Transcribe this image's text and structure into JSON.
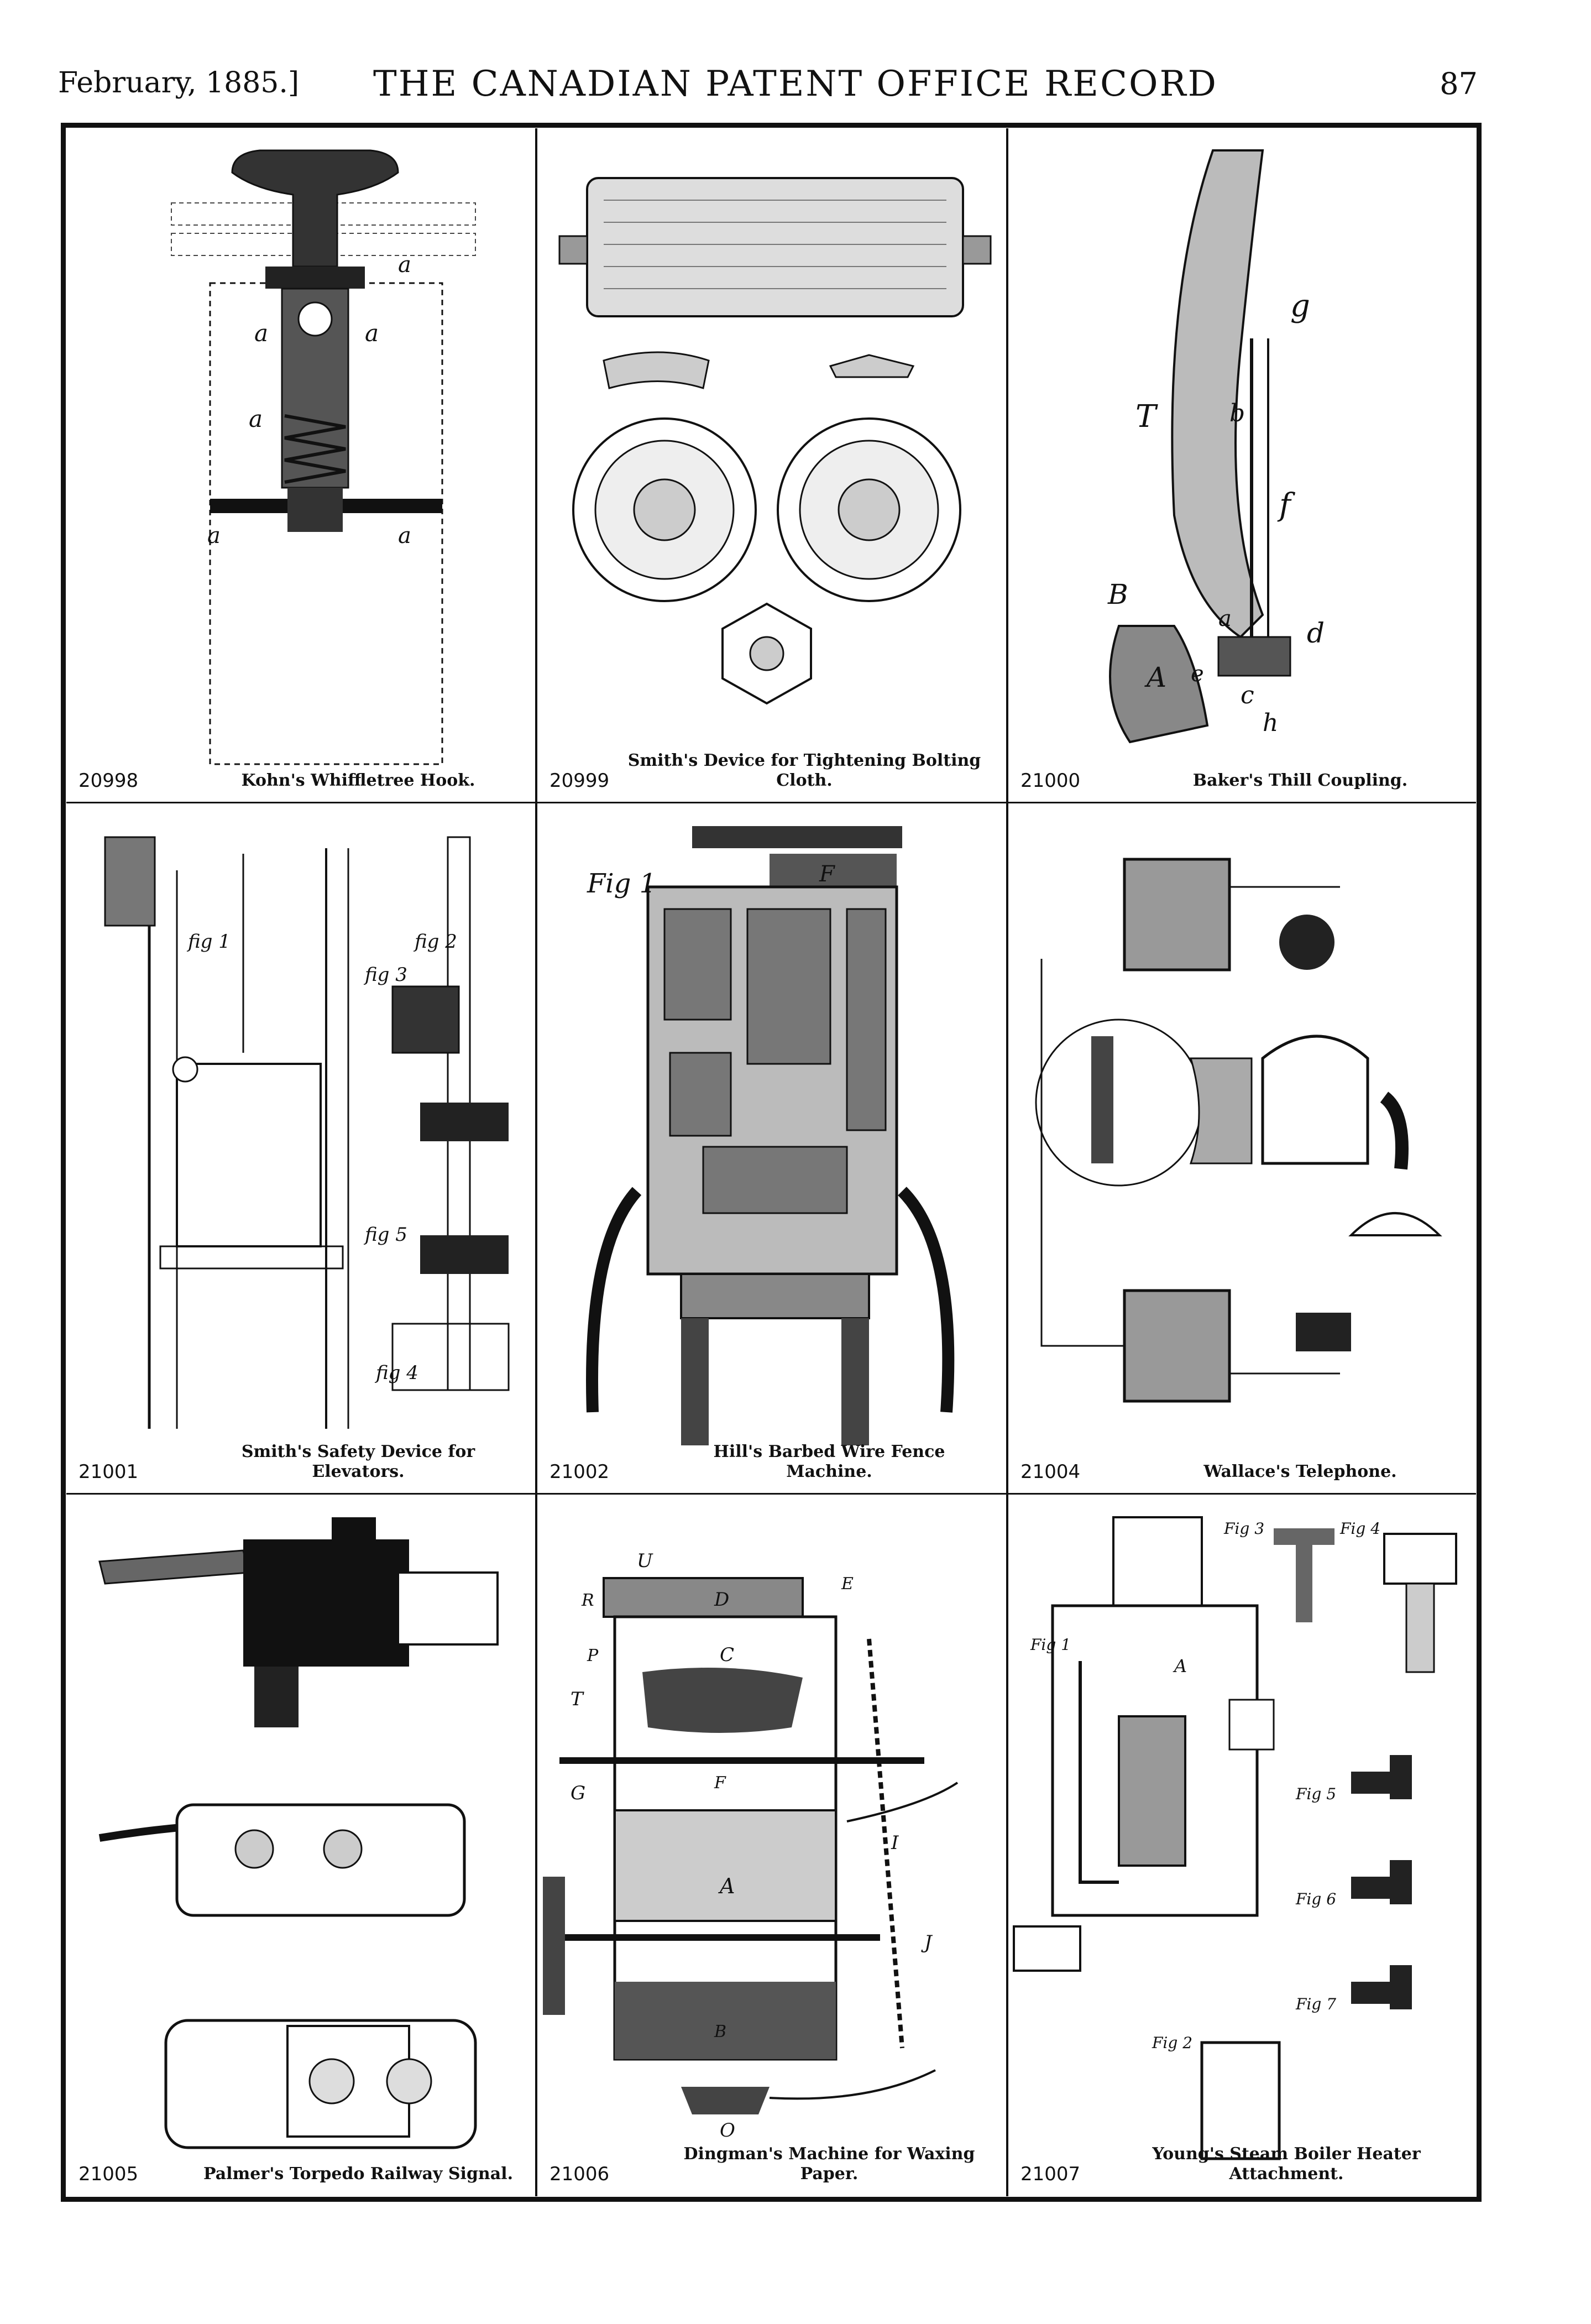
{
  "header": {
    "date": "February, 1885.]",
    "title": "THE CANADIAN PATENT OFFICE RECORD",
    "page_number": "87"
  },
  "patents": [
    {
      "number": "20998",
      "title": "Kohn's Whiffletree Hook."
    },
    {
      "number": "20999",
      "title": "Smith's Device for Tightening Bolting Cloth."
    },
    {
      "number": "21000",
      "title": "Baker's Thill Coupling."
    },
    {
      "number": "21001",
      "title": "Smith's Safety Device for Elevators."
    },
    {
      "number": "21002",
      "title": "Hill's Barbed Wire Fence Machine."
    },
    {
      "number": "21004",
      "title": "Wallace's Telephone."
    },
    {
      "number": "21005",
      "title": "Palmer's Torpedo Railway Signal."
    },
    {
      "number": "21006",
      "title": "Dingman's Machine for Waxing Paper."
    },
    {
      "number": "21007",
      "title": "Young's Steam Boiler Heater Attachment."
    }
  ],
  "figure_labels": {
    "baker": [
      "g",
      "T",
      "b",
      "f",
      "B",
      "A",
      "a",
      "d",
      "e",
      "c",
      "h"
    ],
    "smith_elevator": [
      "fig 1",
      "fig 2",
      "fig 3",
      "fig 5",
      "fig 4"
    ],
    "hill": [
      "Fig 1",
      "F"
    ],
    "dingman": [
      "U",
      "D",
      "R",
      "E",
      "P",
      "T",
      "C",
      "G",
      "F",
      "I",
      "A",
      "J",
      "B",
      "O"
    ],
    "young": [
      "Fig 1",
      "Fig 3",
      "Fig 4",
      "A",
      "Fig 5",
      "Fig 6",
      "Fig 2",
      "Fig 7"
    ]
  }
}
